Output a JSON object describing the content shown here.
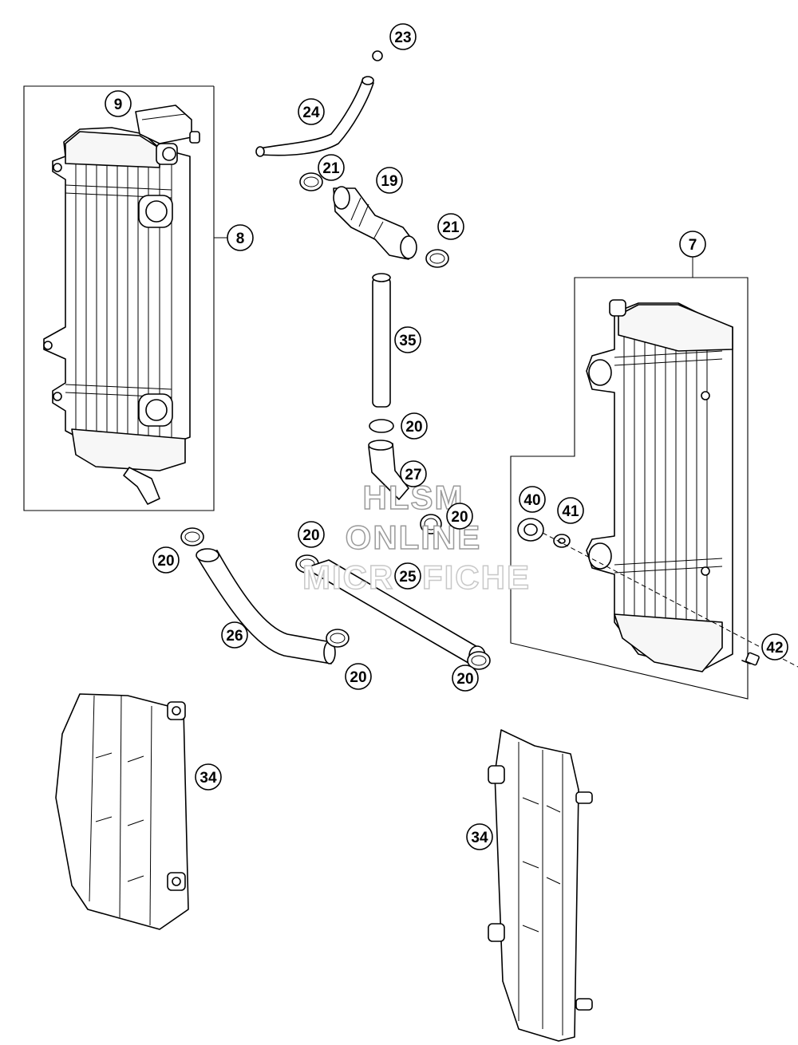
{
  "callouts": [
    {
      "id": "c7",
      "label": "7"
    },
    {
      "id": "c8",
      "label": "8"
    },
    {
      "id": "c9",
      "label": "9"
    },
    {
      "id": "c19",
      "label": "19"
    },
    {
      "id": "c20a",
      "label": "20"
    },
    {
      "id": "c20b",
      "label": "20"
    },
    {
      "id": "c20c",
      "label": "20"
    },
    {
      "id": "c20d",
      "label": "20"
    },
    {
      "id": "c20e",
      "label": "20"
    },
    {
      "id": "c20f",
      "label": "20"
    },
    {
      "id": "c21a",
      "label": "21"
    },
    {
      "id": "c21b",
      "label": "21"
    },
    {
      "id": "c23",
      "label": "23"
    },
    {
      "id": "c24",
      "label": "24"
    },
    {
      "id": "c25",
      "label": "25"
    },
    {
      "id": "c26",
      "label": "26"
    },
    {
      "id": "c27",
      "label": "27"
    },
    {
      "id": "c34a",
      "label": "34"
    },
    {
      "id": "c34b",
      "label": "34"
    },
    {
      "id": "c35",
      "label": "35"
    },
    {
      "id": "c40",
      "label": "40"
    },
    {
      "id": "c41",
      "label": "41"
    },
    {
      "id": "c42",
      "label": "42"
    }
  ],
  "watermark": {
    "line1": "HLSM",
    "line2": "ONLINE",
    "line3": "MICROFICHE"
  }
}
